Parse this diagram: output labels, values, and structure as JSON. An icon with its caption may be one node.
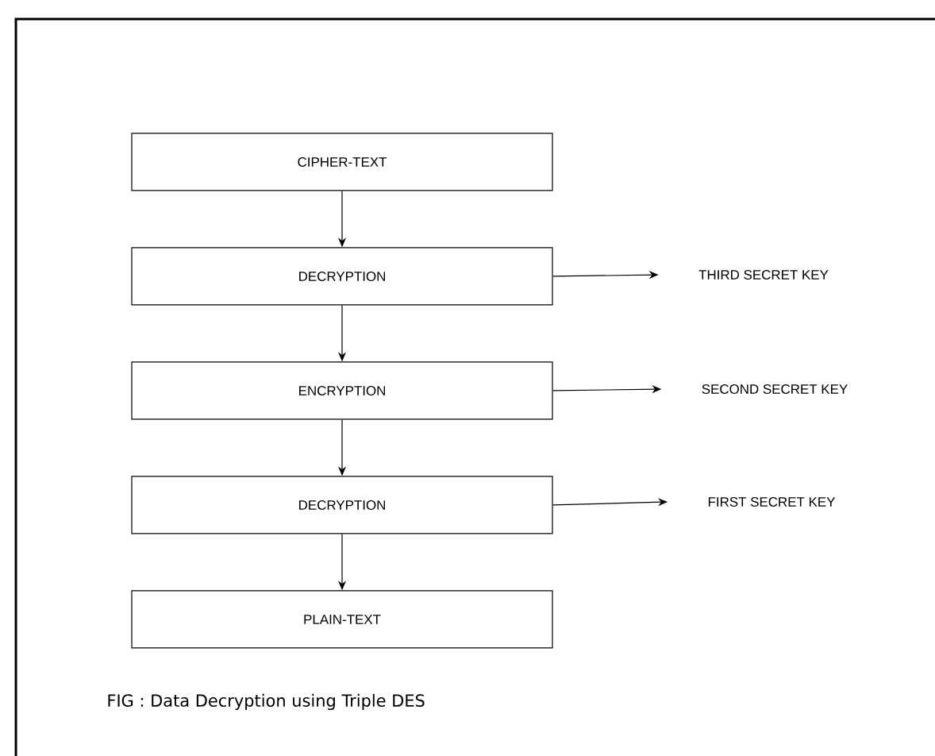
{
  "diagram": {
    "caption": "FIG : Data Decryption using Triple DES",
    "nodes": [
      {
        "text": [
          "CIPHER-TEXT"
        ]
      },
      {
        "text": [
          "DECRYPTION"
        ]
      },
      {
        "text": [
          "THIRD SECRET KEY"
        ]
      },
      {
        "text": [
          "ENCRYPTION"
        ]
      },
      {
        "text": [
          "SECOND SECRET KEY"
        ]
      },
      {
        "text": [
          "DECRYPTION"
        ]
      },
      {
        "text": [
          "FIRST SECRET KEY"
        ]
      },
      {
        "text": [
          "PLAIN-TEXT"
        ]
      }
    ],
    "edges": [
      {
        "from": 0,
        "to": 1,
        "arrow": "to"
      },
      {
        "from": 1,
        "to": 2,
        "arrow": "to"
      },
      {
        "from": 1,
        "to": 3,
        "arrow": "to"
      },
      {
        "from": 3,
        "to": 4,
        "arrow": "to"
      },
      {
        "from": 3,
        "to": 5,
        "arrow": "to"
      },
      {
        "from": 5,
        "to": 6,
        "arrow": "to"
      },
      {
        "from": 5,
        "to": 7,
        "arrow": "to"
      }
    ]
  }
}
